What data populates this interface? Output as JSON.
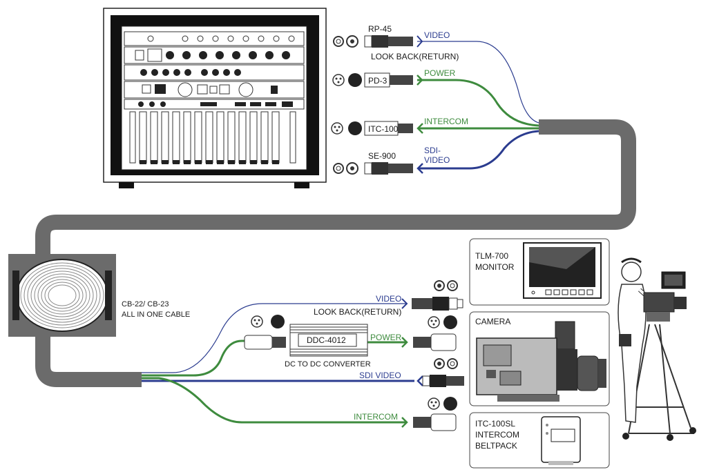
{
  "colors": {
    "video_line": "#2b3c8f",
    "sdi_line": "#2b3c8f",
    "power_line": "#3e8b3e",
    "intercom_line": "#3e8b3e",
    "main_cable": "#6b6b6b"
  },
  "base_station": {
    "connectors": [
      {
        "model": "RP-45",
        "signal": "VIDEO",
        "note": "LOOK BACK(RETURN)"
      },
      {
        "model": "PD-3",
        "signal": "POWER"
      },
      {
        "model": "ITC-100",
        "signal": "INTERCOM"
      },
      {
        "model": "SE-900",
        "signal_line1": "SDI-",
        "signal_line2": "VIDEO"
      }
    ]
  },
  "cable": {
    "line1": "CB-22/ CB-23",
    "line2": "ALL IN ONE CABLE"
  },
  "camera_side": {
    "video_label": "VIDEO",
    "lookback_label": "LOOK BACK(RETURN)",
    "converter_model": "DDC-4012",
    "converter_caption": "DC TO DC CONVERTER",
    "power_label": "POWER",
    "sdi_label": "SDI VIDEO",
    "intercom_label": "INTERCOM"
  },
  "devices": {
    "monitor": {
      "line1": "TLM-700",
      "line2": "MONITOR"
    },
    "camera": {
      "line1": "CAMERA"
    },
    "beltpack": {
      "line1": "ITC-100SL",
      "line2": "INTERCOM",
      "line3": "BELTPACK"
    }
  }
}
